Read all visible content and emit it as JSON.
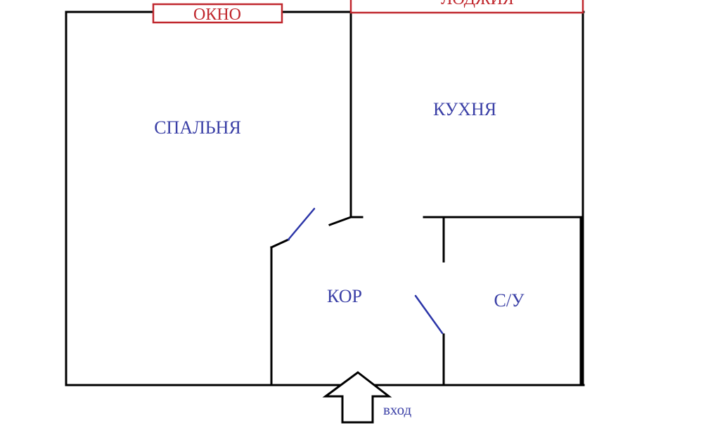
{
  "rooms": {
    "bedroom": "СПАЛЬНЯ",
    "kitchen": "КУХНЯ",
    "corridor": "КОР",
    "bathroom": "С/У"
  },
  "markers": {
    "window": "ОКНО",
    "loggia": "ЛОДЖИЯ"
  },
  "entrance": {
    "label": "вход",
    "icon": "arrow-up-icon"
  },
  "colors": {
    "walls": "#000000",
    "labels": "#3a3fa6",
    "doors": "#2b35a8",
    "markers": "#c0272d"
  }
}
